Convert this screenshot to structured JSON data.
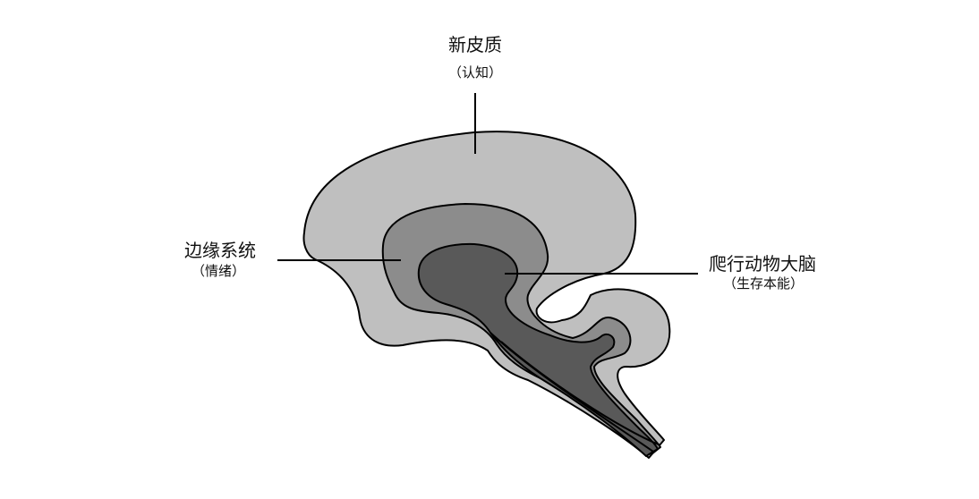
{
  "colors": {
    "background": "#ffffff",
    "outline": "#000000",
    "neocortex": "#bfbfbf",
    "limbic": "#8c8c8c",
    "reptilian": "#595959"
  },
  "labels": {
    "neocortex": {
      "title": "新皮质",
      "subtitle": "（认知）"
    },
    "limbic": {
      "title": "边缘系统",
      "subtitle": "（情绪）"
    },
    "reptilian": {
      "title": "爬行动物大脑",
      "subtitle": "（生存本能）"
    }
  }
}
